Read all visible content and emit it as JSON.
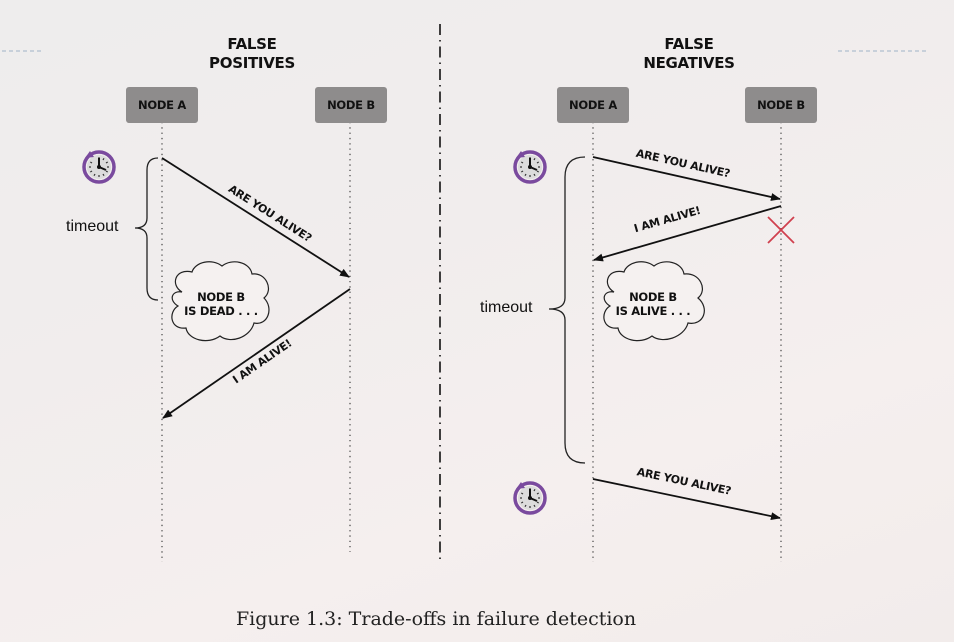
{
  "figure": {
    "caption": "Figure 1.3: Trade-offs in failure detection",
    "divider_style": "dash-dot"
  },
  "left_panel": {
    "title_line1": "FALSE",
    "title_line2": "POSITIVES",
    "node_a": "NODE A",
    "node_b": "NODE B",
    "timeout_label": "timeout",
    "messages": [
      {
        "text": "ARE YOU ALIVE?",
        "from": "NODE A",
        "to": "NODE B"
      },
      {
        "text": "I AM ALIVE!",
        "from": "NODE B",
        "to": "NODE A"
      }
    ],
    "thought_line1": "NODE B",
    "thought_line2": "IS DEAD . . .",
    "icons": [
      "timer-clock-icon"
    ]
  },
  "right_panel": {
    "title_line1": "FALSE",
    "title_line2": "NEGATIVES",
    "node_a": "NODE A",
    "node_b": "NODE B",
    "timeout_label": "timeout",
    "messages": [
      {
        "text": "ARE YOU ALIVE?",
        "from": "NODE A",
        "to": "NODE B"
      },
      {
        "text": "I AM ALIVE!",
        "from": "NODE B",
        "to": "NODE A"
      },
      {
        "text": "ARE YOU ALIVE?",
        "from": "NODE A",
        "to": "NODE B"
      }
    ],
    "thought_line1": "NODE B",
    "thought_line2": "IS ALIVE . . .",
    "failure_marker": "crash-x-icon",
    "icons": [
      "timer-clock-icon",
      "timer-clock-icon",
      "crash-x-icon"
    ]
  },
  "colors": {
    "node_fill": "#8e8c8c",
    "timer_purple": "#7a4a9e",
    "failure_red": "#d0404e",
    "line": "#111111",
    "margin_marker": "#9fb3c8"
  }
}
